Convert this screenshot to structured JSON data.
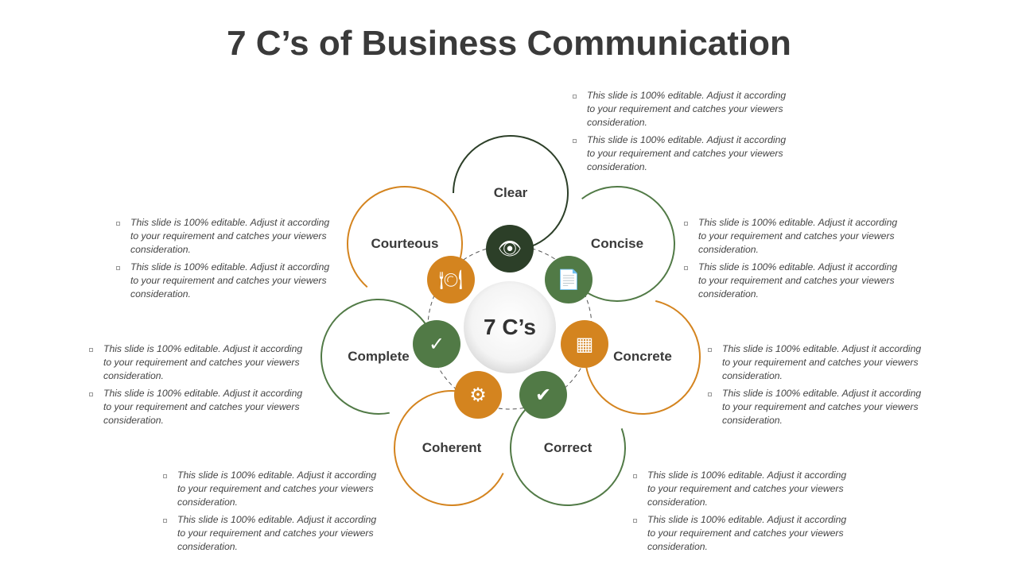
{
  "title": "7 C’s of Business Communication",
  "center": "7 C’s",
  "colors": {
    "dark": "#2c3f28",
    "green": "#517a46",
    "orange": "#d4841f"
  },
  "items": [
    {
      "label": "Clear",
      "icon": "eye-message-icon",
      "color": "dark",
      "bullets": [
        "This slide is 100% editable. Adjust it according to your requirement and catches your viewers consideration.",
        "This slide is 100% editable. Adjust it according to your requirement and catches your viewers consideration."
      ]
    },
    {
      "label": "Concise",
      "icon": "document-idea-icon",
      "color": "green",
      "bullets": [
        "This slide is 100% editable. Adjust it according to your requirement and catches your viewers consideration.",
        "This slide is 100% editable. Adjust it according to your requirement and catches your viewers consideration."
      ]
    },
    {
      "label": "Concrete",
      "icon": "concrete-wall-icon",
      "color": "orange",
      "bullets": [
        "This slide is 100% editable. Adjust it according to your requirement and catches your viewers consideration.",
        "This slide is 100% editable. Adjust it according to your requirement and catches your viewers consideration."
      ]
    },
    {
      "label": "Correct",
      "icon": "check-circle-icon",
      "color": "green",
      "bullets": [
        "This slide is 100% editable. Adjust it according to your requirement and catches your viewers consideration.",
        "This slide is 100% editable. Adjust it according to your requirement and catches your viewers consideration."
      ]
    },
    {
      "label": "Coherent",
      "icon": "gear-icon",
      "color": "orange",
      "bullets": [
        "This slide is 100% editable. Adjust it according to your requirement and catches your viewers consideration.",
        "This slide is 100% editable. Adjust it according to your requirement and catches your viewers consideration."
      ]
    },
    {
      "label": "Complete",
      "icon": "check-speech-bubble-icon",
      "color": "green",
      "bullets": [
        "This slide is 100% editable. Adjust it according to your requirement and catches your viewers consideration.",
        "This slide is 100% editable. Adjust it according to your requirement and catches your viewers consideration."
      ]
    },
    {
      "label": "Courteous",
      "icon": "waiter-serving-icon",
      "color": "orange",
      "bullets": [
        "This slide is 100% editable. Adjust it according to your requirement and catches your viewers consideration.",
        "This slide is 100% editable. Adjust it according to your requirement and catches your viewers consideration."
      ]
    }
  ]
}
